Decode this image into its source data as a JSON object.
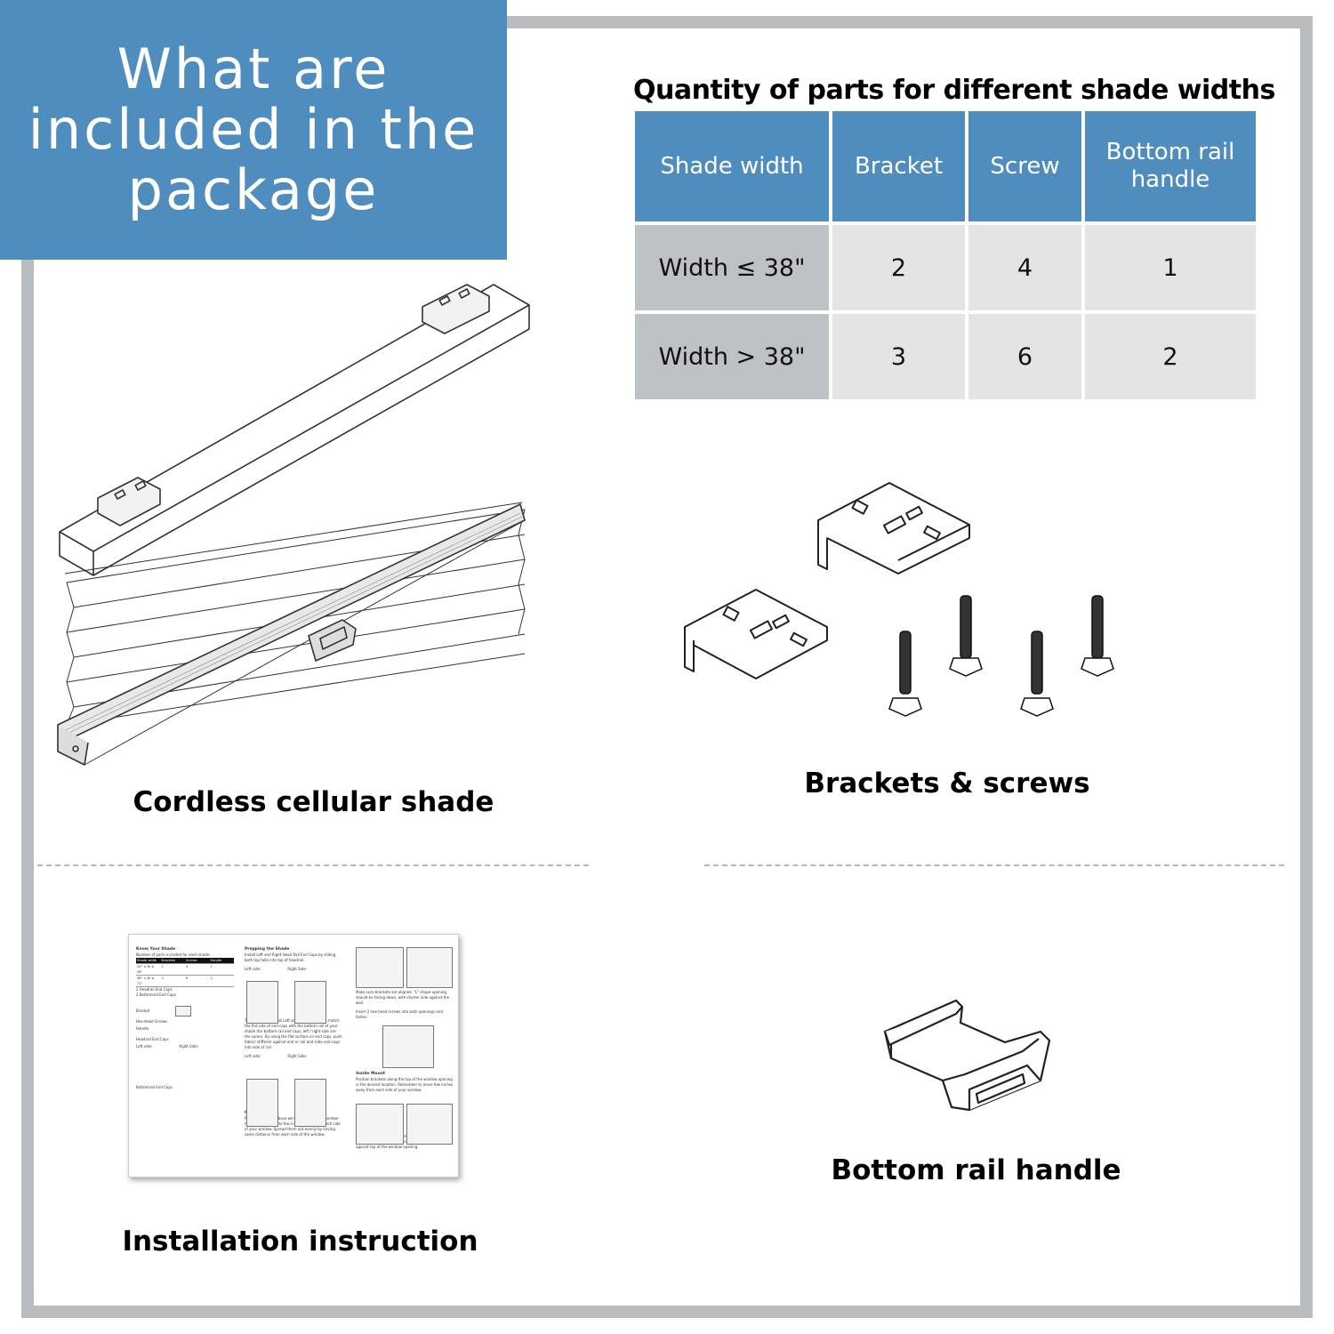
{
  "banner": {
    "title": "What are included in the package"
  },
  "table": {
    "title": "Quantity of parts for different shade widths",
    "headers": [
      "Shade width",
      "Bracket",
      "Screw",
      "Bottom rail handle"
    ],
    "rows": [
      [
        "Width ≤ 38\"",
        "2",
        "4",
        "1"
      ],
      [
        "Width > 38\"",
        "3",
        "6",
        "2"
      ]
    ]
  },
  "captions": {
    "shade": "Cordless cellular shade",
    "brackets": "Brackets & screws",
    "instruction": "Installation instruction",
    "handle": "Bottom rail handle"
  },
  "manual": {
    "know_title": "Know Your Shade",
    "parts_note": "Number of parts included for each shade:",
    "mini_headers": [
      "Shade width",
      "Brackets",
      "Screws",
      "Handle"
    ],
    "mini_rows": [
      [
        "24\" ≤ W ≤ 38\"",
        "2",
        "4",
        "1"
      ],
      [
        "38\" < W ≤ 72\"",
        "3",
        "6",
        "2"
      ]
    ],
    "endcaps": "2 Headrail End Caps\n2 Bottomrail End Caps",
    "parts": [
      "Bracket",
      "Hex-Head Screws",
      "Handle",
      "Headrail End Caps",
      "Bottomrail End Caps"
    ],
    "left_side": "Left side:",
    "right_side": "Right Side:",
    "prep_title": "Prepping the Shade",
    "prep_text": "Install Left and Right Head Rail End Caps by sliding both top tabs into top of headrail.",
    "bottom_text": "To install Bottom Rail Left and Right End Caps, match the flat side of end caps with the bottom rail of your shade (for bottom rail end caps, left / right side are the same). By using the flat surface on end caps, push fabric/ stiffener against end or rail and slide end caps into side of rail.",
    "outside_title": "Outside Mount",
    "outside_text": "Position brackets above window opening. Remember to leave the brackets few inches away from each side of your window. Spread them out evenly by having same distance from each side of the window.",
    "align_text": "Make sure brackets are aligned. \"L\" shape opening should be facing down, with shorter side against the wall.",
    "screw_text": "Insert 2 hex-head screws into both openings and fasten.",
    "inside_title": "Inside Mount",
    "inside_text": "Position brackets along the top of the window opening in the desired location. Remember to leave few inches away from each side of your window.",
    "inside_align_text": "Make sure both brackets are aligned. \"L\" shape opening should be facing down, with longer side against top of the window opening."
  },
  "colors": {
    "accent_blue": "#508dbf",
    "frame_gray": "#b9bdbf",
    "cell_light": "#e3e5e4",
    "cell_dark": "#bfc2c4"
  }
}
